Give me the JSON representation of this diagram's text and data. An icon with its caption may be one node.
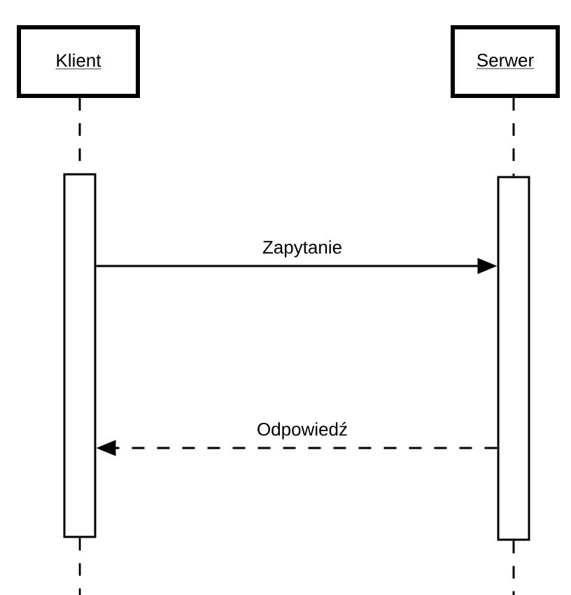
{
  "diagram": {
    "nodes": [
      {
        "text": [
          "Klient"
        ]
      },
      {
        "text": [
          "Serwer"
        ]
      },
      {
        "text": [],
        "shape": "bar"
      },
      {
        "text": [],
        "shape": "bar"
      }
    ],
    "edges": [
      {
        "from": 0,
        "to": 2,
        "arrow": "none",
        "style": "dashed"
      },
      {
        "from": 1,
        "to": 3,
        "arrow": "none",
        "style": "dashed"
      },
      {
        "from": 2,
        "to": null,
        "arrow": "none",
        "style": "dashed"
      },
      {
        "from": 3,
        "to": null,
        "arrow": "none",
        "style": "dashed"
      },
      {
        "from": 2,
        "to": 3,
        "arrow": "to",
        "label": "Zapytanie"
      },
      {
        "from": 3,
        "to": 2,
        "arrow": "to",
        "label": "Odpowiedź",
        "style": "dashed"
      }
    ]
  }
}
